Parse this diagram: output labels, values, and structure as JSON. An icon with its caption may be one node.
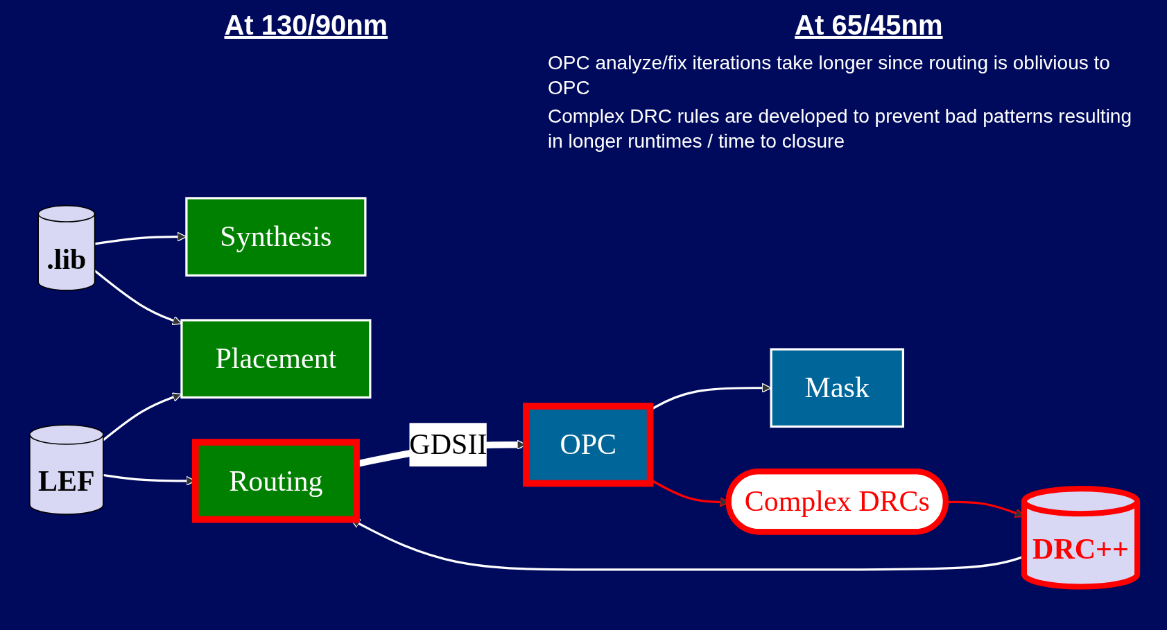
{
  "diagram": {
    "nodes": [
      {
        "text": [
          ".lib"
        ]
      },
      {
        "text": [
          "Synthesis"
        ]
      },
      {
        "text": [
          "LEF"
        ]
      },
      {
        "text": [
          "Placement"
        ]
      },
      {
        "text": [
          "DRC++"
        ]
      },
      {
        "text": [
          "Routing"
        ]
      },
      {
        "text": [
          "OPC"
        ]
      },
      {
        "text": [
          "Mask"
        ]
      },
      {
        "text": [
          "Complex DRCs"
        ]
      }
    ],
    "edges": [
      {
        "from": 0,
        "to": 1,
        "arrow": "to"
      },
      {
        "from": 0,
        "to": 3,
        "arrow": "to"
      },
      {
        "from": 2,
        "to": 3,
        "arrow": "to"
      },
      {
        "from": 2,
        "to": 5,
        "arrow": "to"
      },
      {
        "from": 4,
        "to": 5,
        "arrow": "to"
      },
      {
        "from": 5,
        "to": 6,
        "label": "GDSII",
        "arrow": "to",
        "style": "thick"
      },
      {
        "from": 6,
        "to": 7,
        "arrow": "to"
      },
      {
        "from": 6,
        "to": 8,
        "arrow": "to",
        "color": "#ff0000"
      },
      {
        "from": 8,
        "to": 4,
        "arrow": "to",
        "color": "#ff0000"
      }
    ],
    "labels": [
      "At 130/90nm",
      "At 65/45nm",
      "OPC analyze/fix iterations take longer since routing is oblivious to OPC",
      "Complex DRC rules are developed to prevent bad patterns resulting in longer runtimes / time to closure"
    ]
  }
}
